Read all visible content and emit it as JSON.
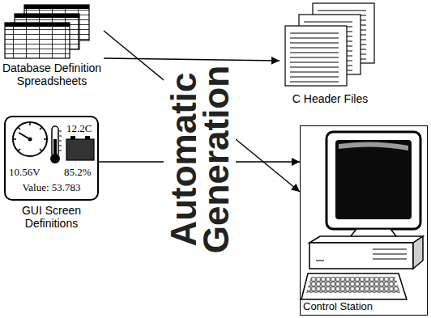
{
  "diagram": {
    "nodes": [
      {
        "text": [
          "Database Definition Spreadsheets"
        ]
      },
      {
        "text": [
          "C Header Files"
        ]
      },
      {
        "text": [
          "12.2C",
          "10.56V",
          "85.2%",
          "Value: 53.783",
          "GUI Screen Definitions"
        ]
      },
      {
        "text": [
          "Control Station"
        ]
      }
    ],
    "edges": [
      {
        "from": 0,
        "to": 1,
        "arrow": "to"
      },
      {
        "from": 0,
        "to": 3,
        "arrow": "to"
      },
      {
        "from": 2,
        "to": 3,
        "arrow": "to"
      }
    ],
    "labels": [
      "Automatic Generation"
    ]
  }
}
